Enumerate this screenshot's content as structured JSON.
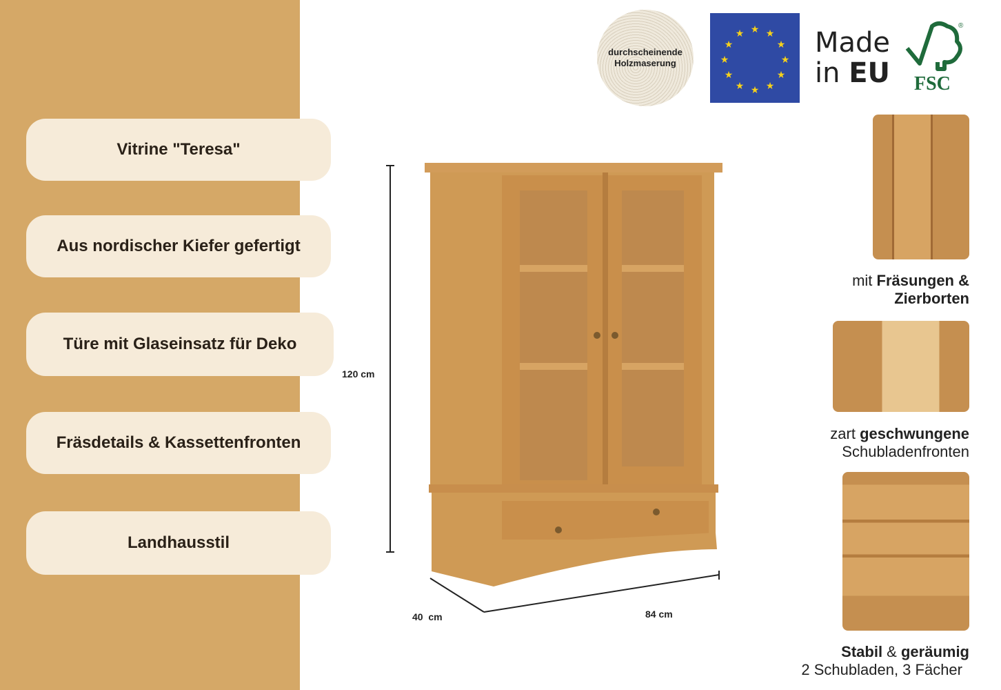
{
  "colors": {
    "sidebar": "#d5a867",
    "pill": "#f6ebd9",
    "eu_blue": "#2f4aa4",
    "eu_star": "#f6d11b",
    "fsc_green": "#1f6b3b",
    "wood": "#cf9a55"
  },
  "features": [
    {
      "label": "Vitrine \"Teresa\""
    },
    {
      "label": "Aus nordischer Kiefer gefertigt"
    },
    {
      "label": "Türe mit Glaseinsatz für Deko"
    },
    {
      "label": "Fräsdetails & Kassettenfronten"
    },
    {
      "label": "Landhausstil"
    }
  ],
  "badges": {
    "wood_grain": {
      "line1": "durchscheinende",
      "line2": "Holzmaserung"
    },
    "made_in": {
      "line1": "Made",
      "line2_prefix": "in ",
      "line2_bold": "EU"
    },
    "fsc": {
      "label": "FSC",
      "mark": "®"
    }
  },
  "dimensions": {
    "height": "120 cm",
    "depth": "40  cm",
    "width": "84 cm"
  },
  "details": [
    {
      "regular_pre": "mit ",
      "bold": "Fräsungen &",
      "line2": "Zierborten",
      "line2_bold": true
    },
    {
      "regular_pre": "zart ",
      "bold": "geschwungene",
      "line2": "Schubladenfronten",
      "line2_bold": false
    },
    {
      "bold": "Stabil",
      "regular_mid": " & ",
      "bold2": "geräumig",
      "line2": "2 Schubladen, 3 Fächer"
    }
  ]
}
